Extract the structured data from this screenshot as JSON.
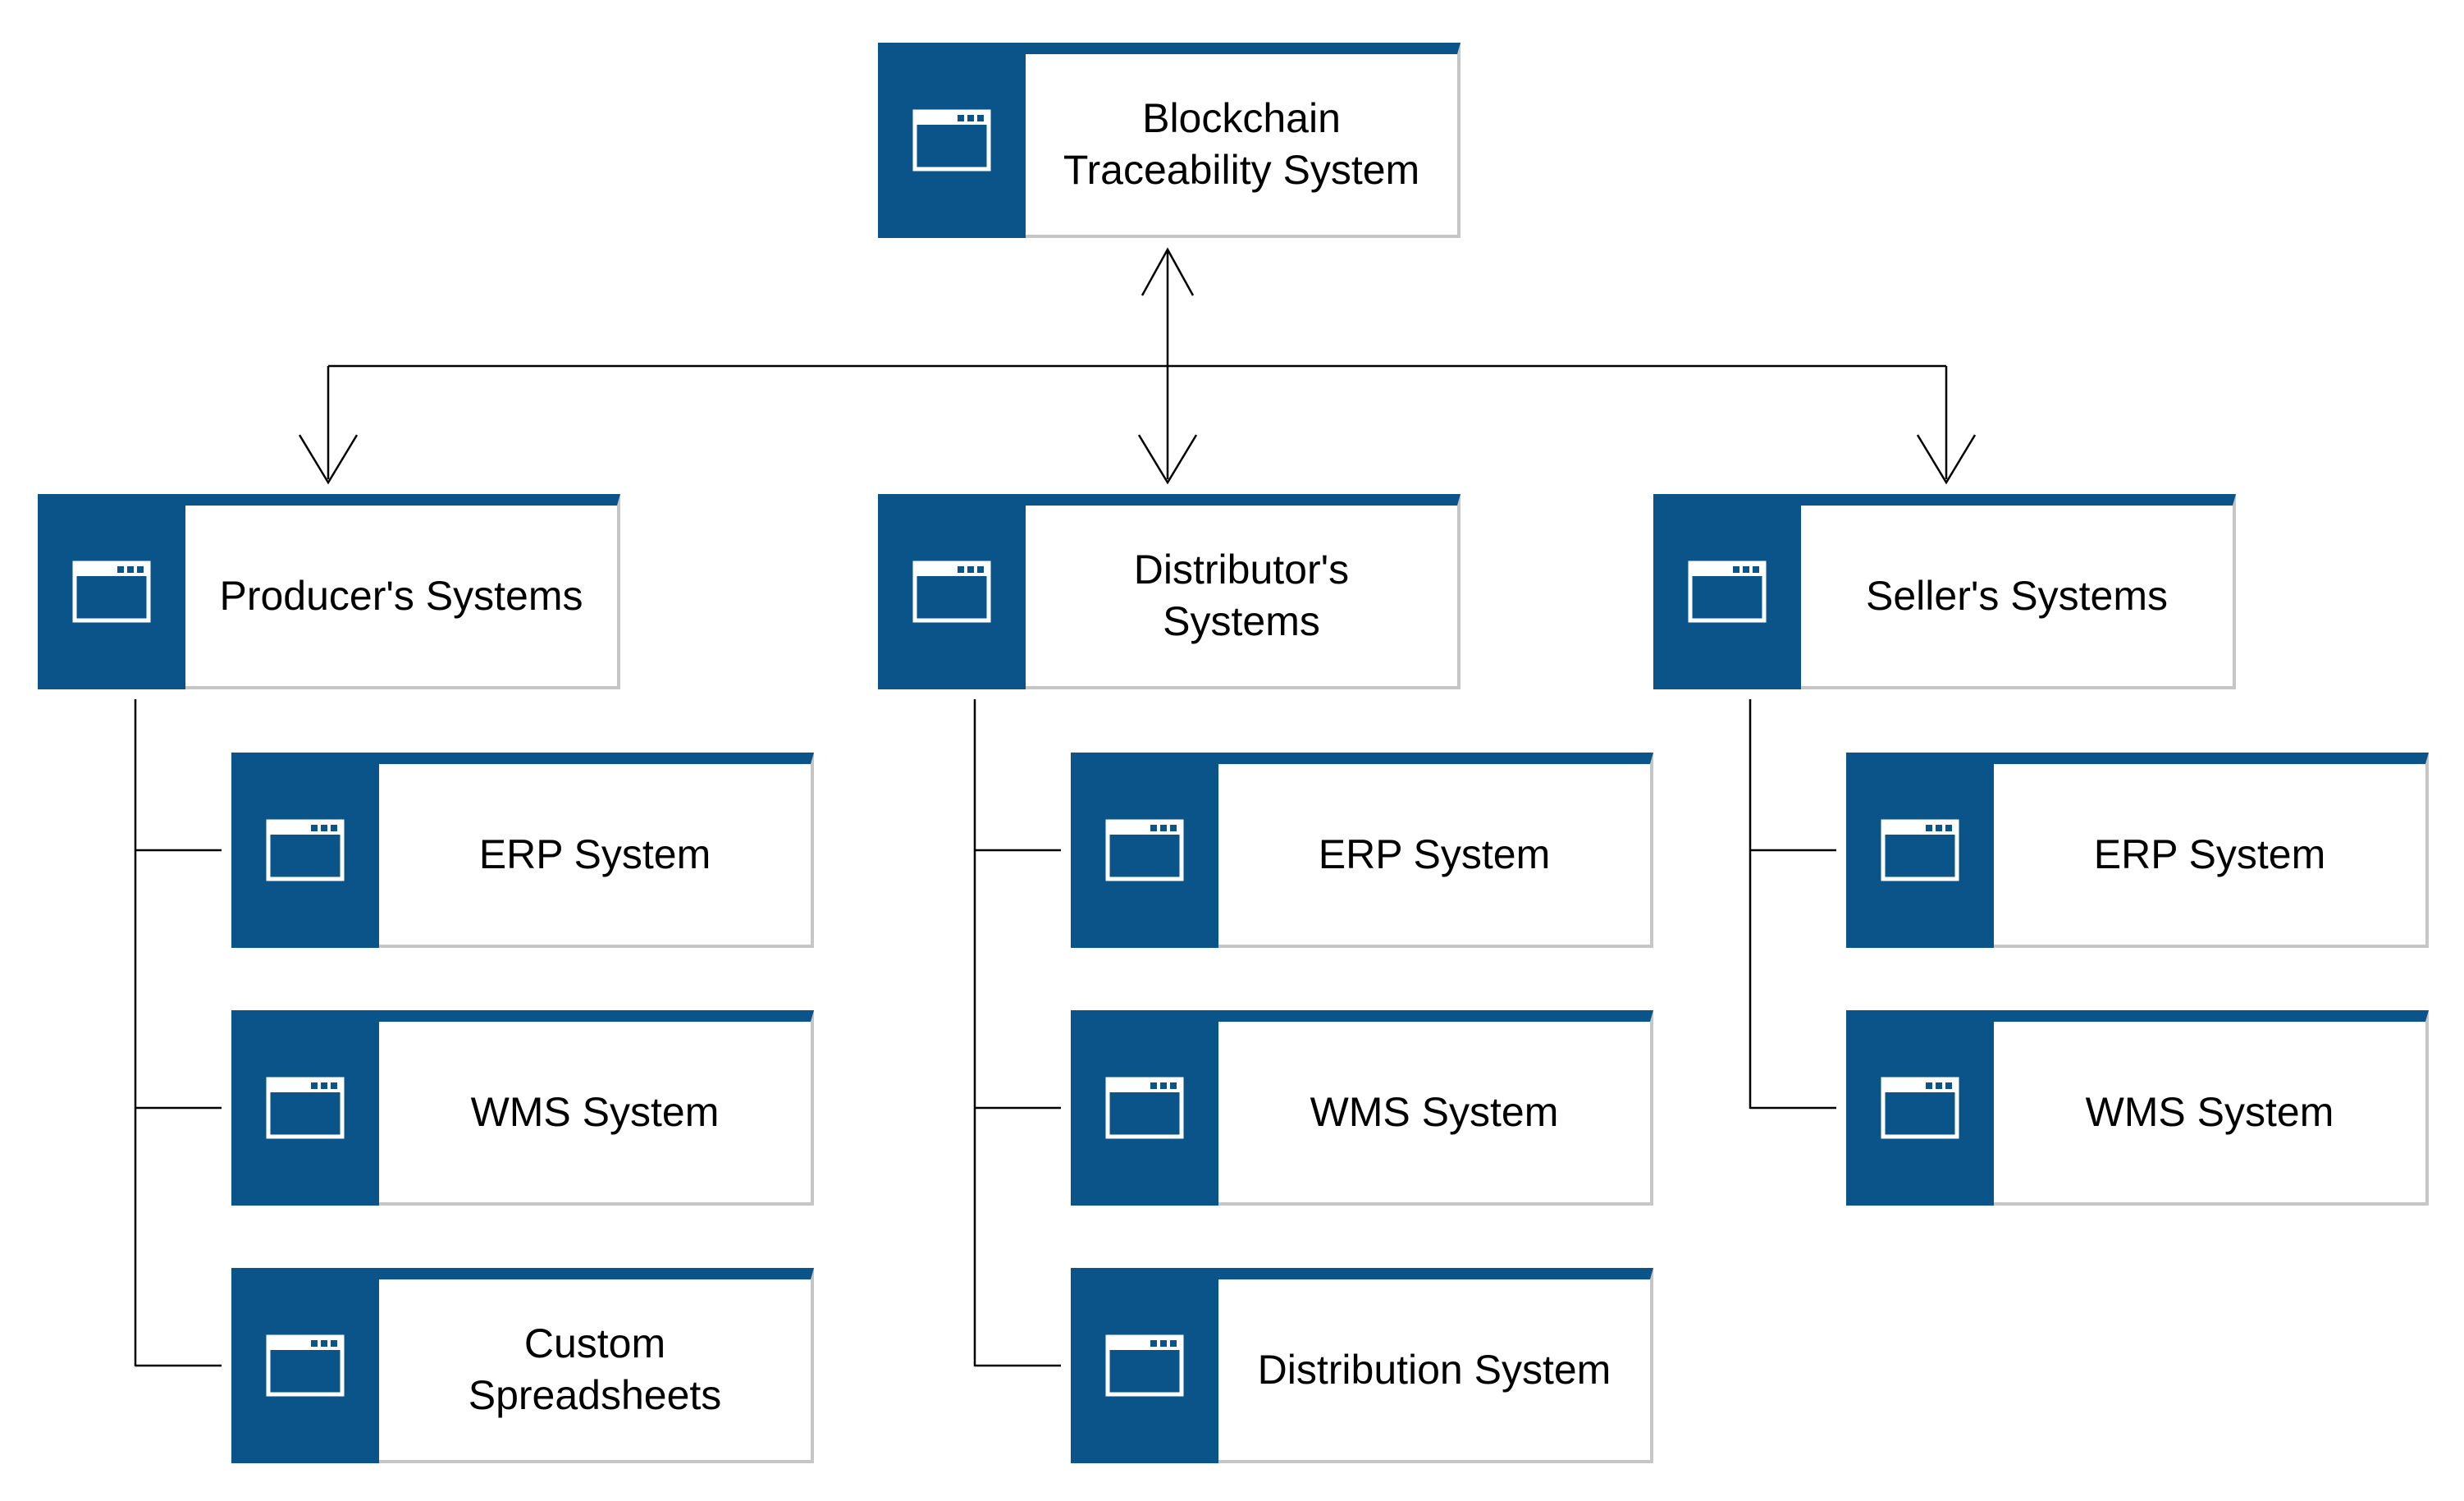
{
  "colors": {
    "accent": "#0b5489",
    "node_border": "#c6c6c6",
    "connector": "#000000",
    "background": "#ffffff"
  },
  "icon": "application-window-icon",
  "root": {
    "label": "Blockchain\nTraceability System"
  },
  "groups": [
    {
      "label": "Producer's Systems",
      "children": [
        {
          "label": "ERP System"
        },
        {
          "label": "WMS System"
        },
        {
          "label": "Custom\nSpreadsheets"
        }
      ]
    },
    {
      "label": "Distributor's\nSystems",
      "children": [
        {
          "label": "ERP System"
        },
        {
          "label": "WMS System"
        },
        {
          "label": "Distribution System"
        }
      ]
    },
    {
      "label": "Seller's Systems",
      "children": [
        {
          "label": "ERP System"
        },
        {
          "label": "WMS System"
        }
      ]
    }
  ]
}
